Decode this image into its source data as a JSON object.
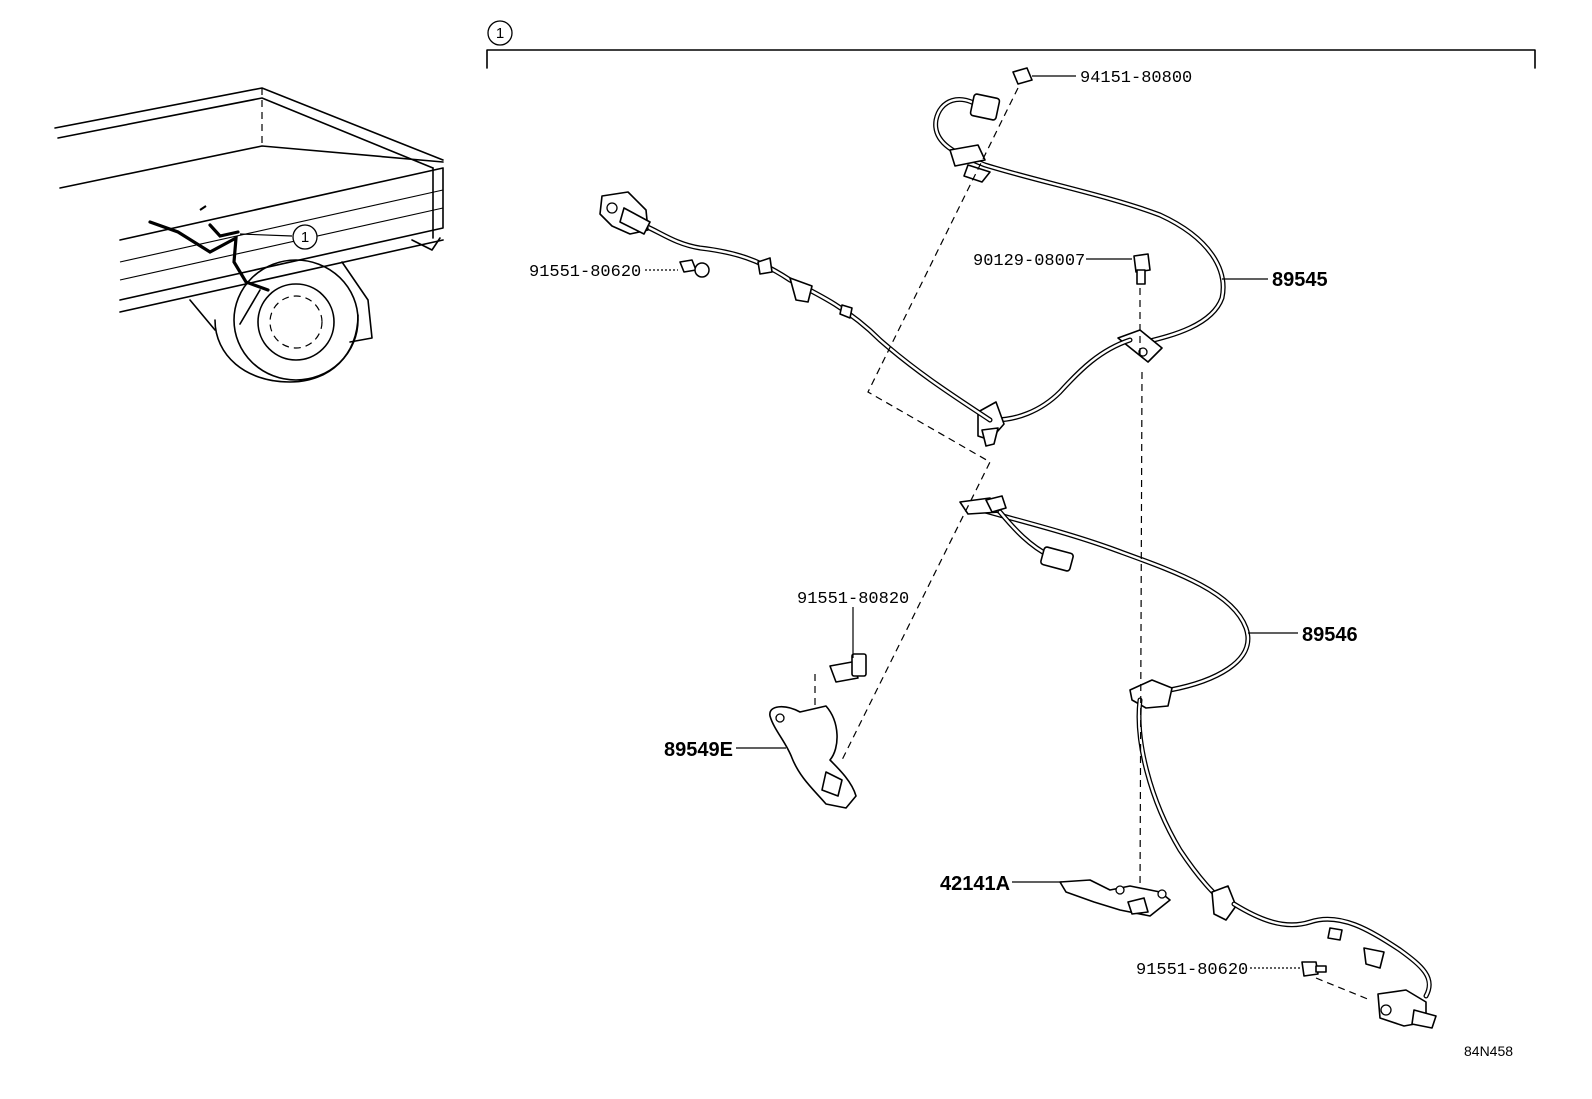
{
  "figure_code": "84N458",
  "group_callout": "1",
  "vehicle_callout": "1",
  "parts": {
    "nut_top": "94151-80800",
    "bolt_flange": "90129-08007",
    "screw_left": "91551-80620",
    "harness_front": "89545",
    "harness_rear": "89546",
    "bolt_bracket": "91551-80820",
    "bracket": "89549E",
    "bracket_lower": "42141A",
    "screw_right": "91551-80620"
  }
}
